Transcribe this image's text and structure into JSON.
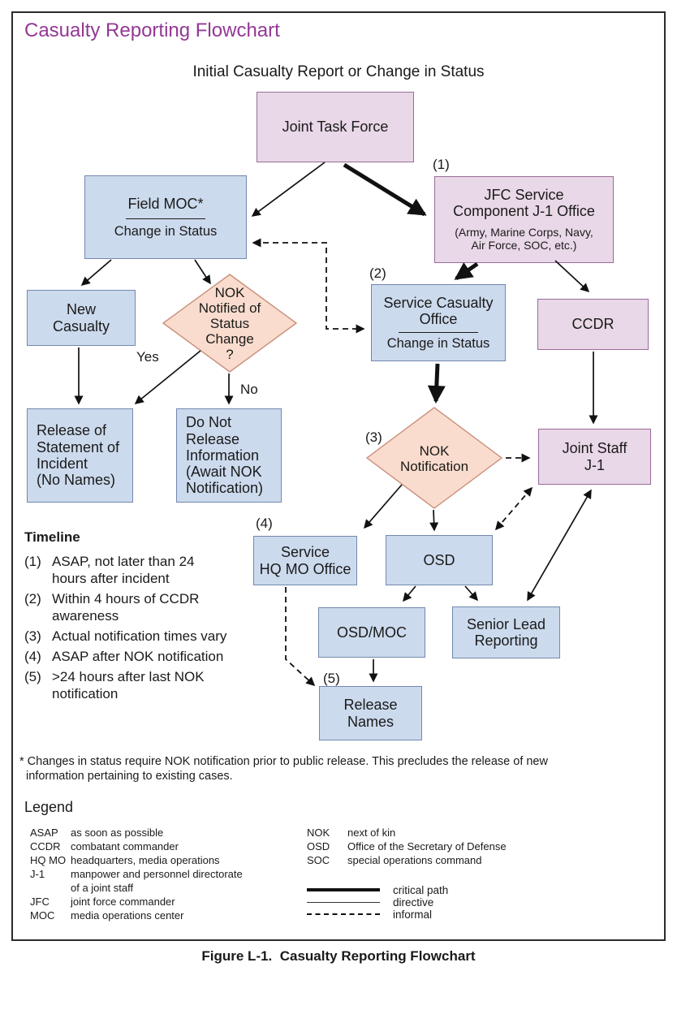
{
  "title": "Casualty Reporting Flowchart",
  "subtitle": "Initial Casualty Report or Change in Status",
  "colors": {
    "title_accent": "#943894",
    "pink_fill": "#E9D8E7",
    "pink_border": "#9A6B9A",
    "blue_fill": "#CCDAED",
    "blue_border": "#7288AF",
    "diamond_fill": "#F9DCCD",
    "diamond_border": "#C98F7B"
  },
  "nodes": {
    "joint_task_force": {
      "label": "Joint Task Force"
    },
    "field_moc": {
      "title": "Field MOC*",
      "sub": "Change in Status"
    },
    "jfc_office": {
      "marker": "(1)",
      "line1": "JFC Service",
      "line2": "Component J-1 Office",
      "note1": "(Army, Marine Corps, Navy,",
      "note2": "Air Force, SOC, etc.)"
    },
    "new_casualty": {
      "line1": "New",
      "line2": "Casualty"
    },
    "nok_notified_diamond": {
      "line1": "NOK",
      "line2": "Notified of",
      "line3": "Status",
      "line4": "Change",
      "line5": "?"
    },
    "service_casualty": {
      "marker": "(2)",
      "line1": "Service Casualty",
      "line2": "Office",
      "sub": "Change in Status"
    },
    "ccdr": {
      "label": "CCDR"
    },
    "release_statement": {
      "line1": "Release of",
      "line2": "Statement of",
      "line3": "Incident",
      "line4": "(No Names)"
    },
    "do_not_release": {
      "line1": "Do Not",
      "line2": "Release",
      "line3": "Information",
      "line4": "(Await NOK",
      "line5": "Notification)"
    },
    "nok_notification_diamond": {
      "marker": "(3)",
      "line1": "NOK",
      "line2": "Notification"
    },
    "joint_staff": {
      "line1": "Joint Staff",
      "line2": "J-1"
    },
    "service_hq": {
      "marker": "(4)",
      "line1": "Service",
      "line2": "HQ MO Office"
    },
    "osd": {
      "label": "OSD"
    },
    "osd_moc": {
      "label": "OSD/MOC"
    },
    "senior_lead": {
      "line1": "Senior Lead",
      "line2": "Reporting"
    },
    "release_names": {
      "marker": "(5)",
      "line1": "Release",
      "line2": "Names"
    }
  },
  "branch_labels": {
    "yes": "Yes",
    "no": "No"
  },
  "timeline": {
    "heading": "Timeline",
    "items": [
      {
        "num": "(1)",
        "l1": "ASAP, not later than 24",
        "l2": "hours after incident"
      },
      {
        "num": "(2)",
        "l1": "Within 4 hours of CCDR",
        "l2": "awareness"
      },
      {
        "num": "(3)",
        "l1": "Actual notification times vary"
      },
      {
        "num": "(4)",
        "l1": "ASAP after NOK notification"
      },
      {
        "num": "(5)",
        "l1": ">24 hours after last NOK",
        "l2": "notification"
      }
    ]
  },
  "footnote": {
    "l1": "* Changes in status require NOK notification prior to public release. This precludes the release of new",
    "l2": "information pertaining to existing cases."
  },
  "legend": {
    "heading": "Legend",
    "left": [
      {
        "term": "ASAP",
        "def": "as soon as possible"
      },
      {
        "term": "CCDR",
        "def": "combatant commander"
      },
      {
        "term": "HQ MO",
        "def": "headquarters, media operations"
      },
      {
        "term": "J-1",
        "def": "manpower and personnel directorate"
      },
      {
        "term": "",
        "def": "of a joint staff"
      },
      {
        "term": "JFC",
        "def": "joint force commander"
      },
      {
        "term": "MOC",
        "def": "media operations center"
      }
    ],
    "right": [
      {
        "term": "NOK",
        "def": "next of kin"
      },
      {
        "term": "OSD",
        "def": "Office of the Secretary of Defense"
      },
      {
        "term": "SOC",
        "def": "special operations command"
      }
    ],
    "lines": [
      {
        "style": "critical",
        "label": "critical path"
      },
      {
        "style": "directive",
        "label": "directive"
      },
      {
        "style": "informal",
        "label": "informal"
      }
    ]
  },
  "caption": "Figure L-1.  Casualty Reporting Flowchart"
}
